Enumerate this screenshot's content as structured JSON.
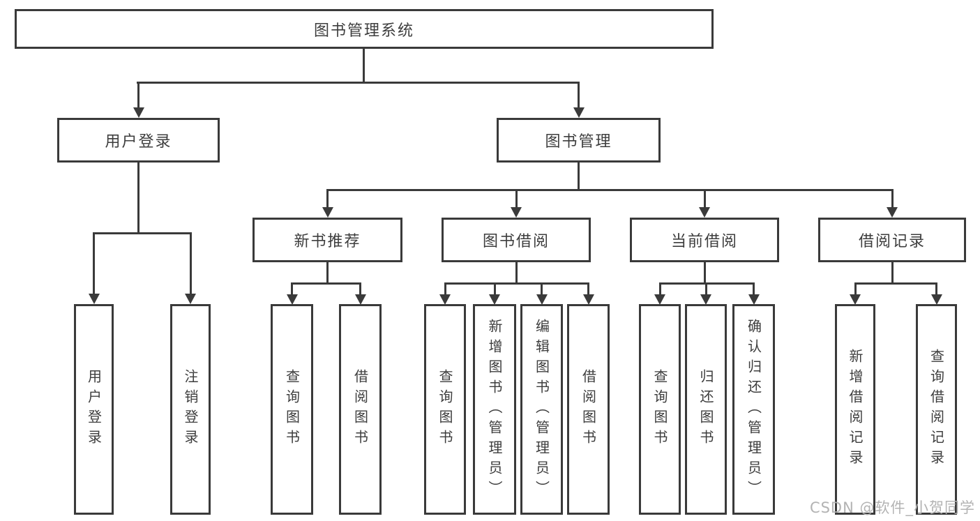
{
  "diagram": {
    "type": "tree",
    "title": "图书管理系统",
    "level2": {
      "user_login": "用户登录",
      "book_mgmt": "图书管理"
    },
    "level3": {
      "new_book_rec": "新书推荐",
      "book_borrow": "图书借阅",
      "current_borrow": "当前借阅",
      "borrow_record": "借阅记录"
    },
    "leaves": {
      "user_login": "用户登录",
      "logout": "注销登录",
      "query_book_1": "查询图书",
      "borrow_book_1": "借阅图书",
      "query_book_2": "查询图书",
      "add_book": "新增图书（管理员）",
      "edit_book": "编辑图书（管理员）",
      "borrow_book_2": "借阅图书",
      "query_book_3": "查询图书",
      "return_book": "归还图书",
      "confirm_return": "确认归还（管理员）",
      "add_borrow_record": "新增借阅记录",
      "query_borrow_record": "查询借阅记录"
    },
    "hierarchy": {
      "图书管理系统": {
        "用户登录": [
          "用户登录",
          "注销登录"
        ],
        "图书管理": {
          "新书推荐": [
            "查询图书",
            "借阅图书"
          ],
          "图书借阅": [
            "查询图书",
            "新增图书（管理员）",
            "编辑图书（管理员）",
            "借阅图书"
          ],
          "当前借阅": [
            "查询图书",
            "归还图书",
            "确认归还（管理员）"
          ],
          "借阅记录": [
            "新增借阅记录",
            "查询借阅记录"
          ]
        }
      }
    }
  },
  "colors": {
    "line": "#3a3a3a",
    "text": "#3d3d3d",
    "watermark": "#b3b3b3",
    "background": "#ffffff"
  },
  "watermark": "CSDN @软件_小贺同学"
}
